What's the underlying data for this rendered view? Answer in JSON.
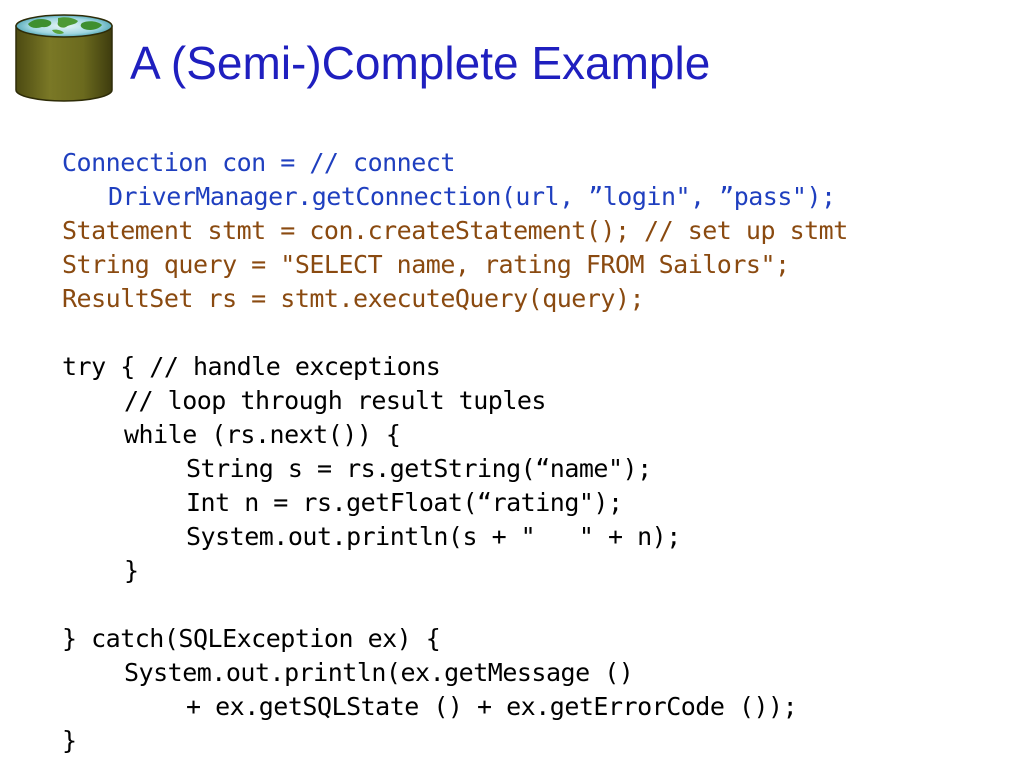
{
  "slide": {
    "title": "A (Semi-)Complete Example"
  },
  "logo": {
    "icon": "database-globe-icon",
    "colors": {
      "cylinder": "#6b6a1e",
      "globe_water": "#2aa6b8",
      "globe_land": "#3f8f2f"
    }
  },
  "code": {
    "colors": {
      "blue": "#1f3fbf",
      "brown": "#8a4a10",
      "black": "#000000"
    },
    "lines": [
      "Connection con = // connect",
      "DriverManager.getConnection(url, ”login\", ”pass\");",
      "Statement stmt = con.createStatement(); // set up stmt",
      "String query = \"SELECT name, rating FROM Sailors\";",
      "ResultSet rs = stmt.executeQuery(query);",
      "",
      "try { // handle exceptions",
      "// loop through result tuples",
      "while (rs.next()) {",
      "String s = rs.getString(“name\");",
      "Int n = rs.getFloat(“rating\");",
      "System.out.println(s + \"   \" + n);",
      "}",
      "",
      "} catch(SQLException ex) {",
      "System.out.println(ex.getMessage ()",
      "+ ex.getSQLState () + ex.getErrorCode ());",
      "}"
    ]
  }
}
